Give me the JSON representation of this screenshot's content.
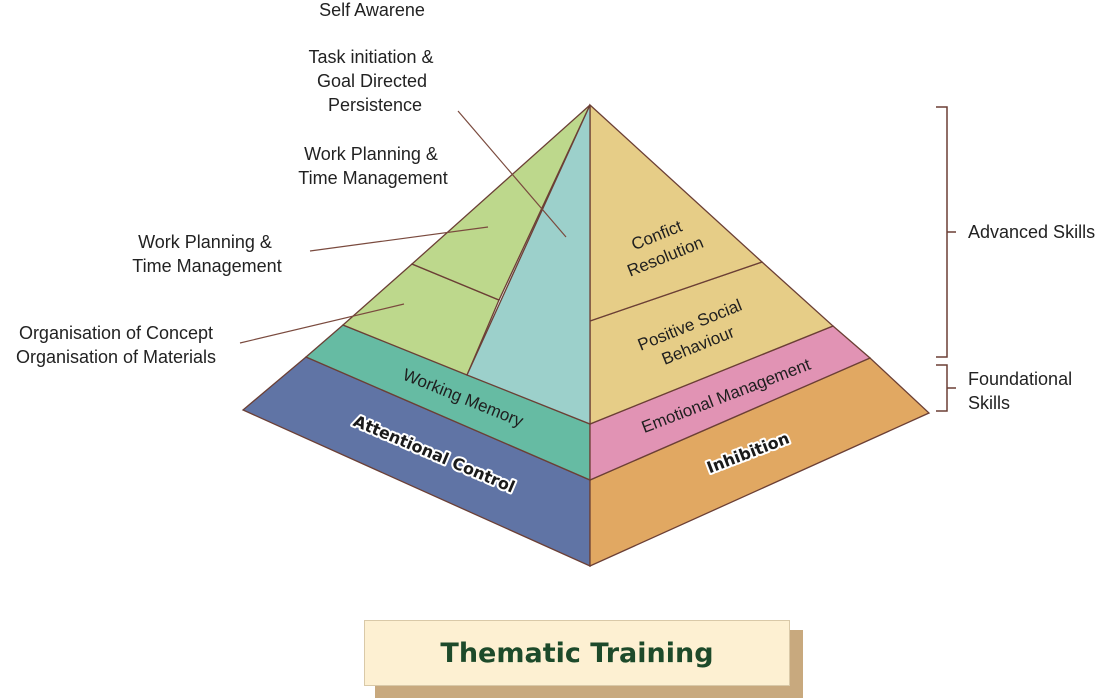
{
  "colors": {
    "attentional_control": "#6074a5",
    "working_memory": "#66bba3",
    "self_awareness_face": "#9cd0cb",
    "green_layers": "#bdd88c",
    "inhibition": "#e1a862",
    "emotional_management": "#e193b4",
    "upper_right_layers": "#e6cd87",
    "button_bg": "#fdf0d2",
    "button_shadow": "#c8a97e",
    "button_text": "#1d4a2a"
  },
  "pyramid": {
    "left_face": {
      "base": "Attentional Control",
      "layer2": "Working Memory"
    },
    "right_face": {
      "base": "Inhibition",
      "layer2": "Emotional Management",
      "layer3": "Positive Social Behaviour",
      "layer4": "Confict Resolution"
    }
  },
  "callouts": {
    "self_awareness": "Self Awarene",
    "task_initiation": [
      "Task initiation &",
      "Goal Directed",
      "Persistence"
    ],
    "work_planning_top": [
      "Work Planning &",
      "Time Management"
    ],
    "work_planning_left": [
      "Work Planning &",
      "Time Management"
    ],
    "organisation": [
      "Organisation of Concept",
      "Organisation of Materials"
    ]
  },
  "positive_social_lines": [
    "Positive Social",
    "Behaviour"
  ],
  "confict_lines": [
    "Confict",
    "Resolution"
  ],
  "brackets": {
    "advanced": "Advanced Skills",
    "foundational": [
      "Foundational",
      "Skills"
    ]
  },
  "button": {
    "label": "Thematic Training"
  }
}
